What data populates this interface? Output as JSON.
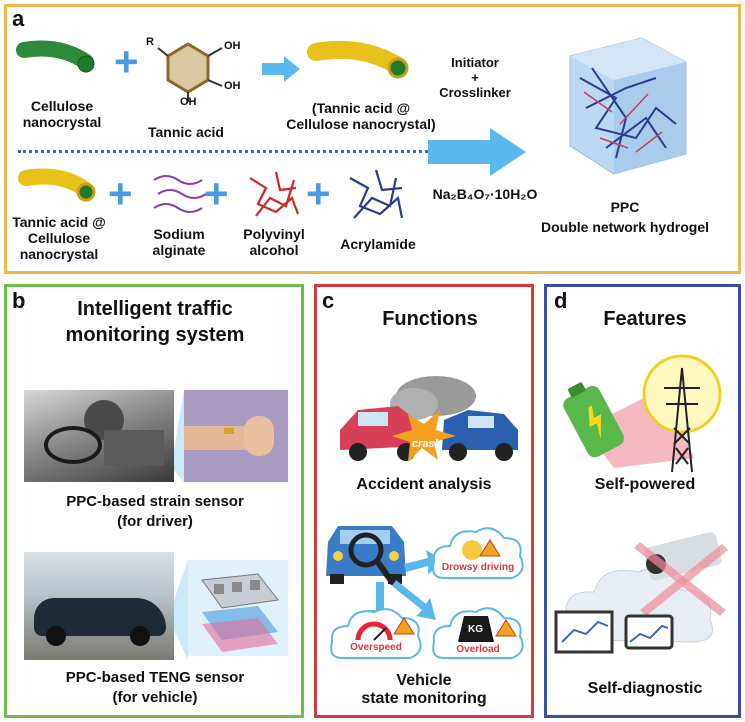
{
  "panel_a": {
    "letter": "a",
    "cellulose_nanocrystal": "Cellulose\nnanocrystal",
    "tannic_acid": "Tannic acid",
    "r_group": "R",
    "oh_top": "OH",
    "oh_right": "OH",
    "oh_bottom": "OH",
    "ta_cnc_product": "(Tannic acid @\nCellulose nanocrystal)",
    "initiator": "Initiator\n+\nCrosslinker",
    "ta_cnc_2": "Tannic acid @\nCellulose\nnanocrystal",
    "sodium_alginate": "Sodium\nalginate",
    "polyvinyl_alcohol": "Polyvinyl\nalcohol",
    "acrylamide": "Acrylamide",
    "borax": "Na₂B₄O₇·10H₂O",
    "ppc_title": "PPC\nDouble network hydrogel"
  },
  "panel_b": {
    "letter": "b",
    "title": "Intelligent traffic\nmonitoring system",
    "strain_caption": "PPC-based strain sensor\n(for driver)",
    "teng_caption": "PPC-based TENG sensor\n(for vehicle)"
  },
  "panel_c": {
    "letter": "c",
    "title": "Functions",
    "crash_word": "crash",
    "accident": "Accident analysis",
    "drowsy": "Drowsy driving",
    "overspeed": "Overspeed",
    "overload": "Overload",
    "kg": "KG",
    "vehicle_state": "Vehicle\nstate monitoring"
  },
  "panel_d": {
    "letter": "d",
    "title": "Features",
    "self_powered": "Self-powered",
    "self_diagnostic": "Self-diagnostic"
  },
  "colors": {
    "panel_a_border": "#f0b84a",
    "panel_b_border": "#6cbf4a",
    "panel_c_border": "#d9363e",
    "panel_d_border": "#3a4fa0",
    "plus_blue": "#4a9be0",
    "arrow_blue": "#5bb8ec"
  }
}
